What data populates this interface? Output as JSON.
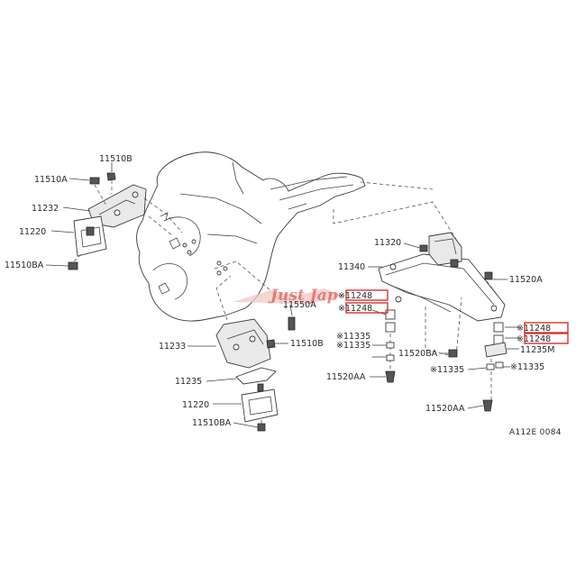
{
  "diagram": {
    "reference_code": "A112E 0084",
    "watermark_text": "Just Jap",
    "highlight_color": "#d9302a",
    "labels": {
      "p11510a": "11510A",
      "p11510b_top": "11510B",
      "p11232": "11232",
      "p11220_top": "11220",
      "p11510ba_top": "11510BA",
      "p11320": "11320",
      "p11340": "11340",
      "p11520a": "11520A",
      "p11248_a": "※11248",
      "p11248_b": "※11248",
      "p11550a": "11550A",
      "p11248_c": "※11248",
      "p11248_d": "※11248",
      "p11233": "11233",
      "p11510b_bot": "11510B",
      "p11335_a": "※11335",
      "p11335_b": "※11335",
      "p11520ba": "11520BA",
      "p11235m": "11235M",
      "p11335_c": "※11335",
      "p11335_d": "※11335",
      "p11235": "11235",
      "p11520aa_a": "11520AA",
      "p11220_bot": "11220",
      "p11520aa_b": "11520AA",
      "p11510ba_bot": "11510BA"
    }
  }
}
